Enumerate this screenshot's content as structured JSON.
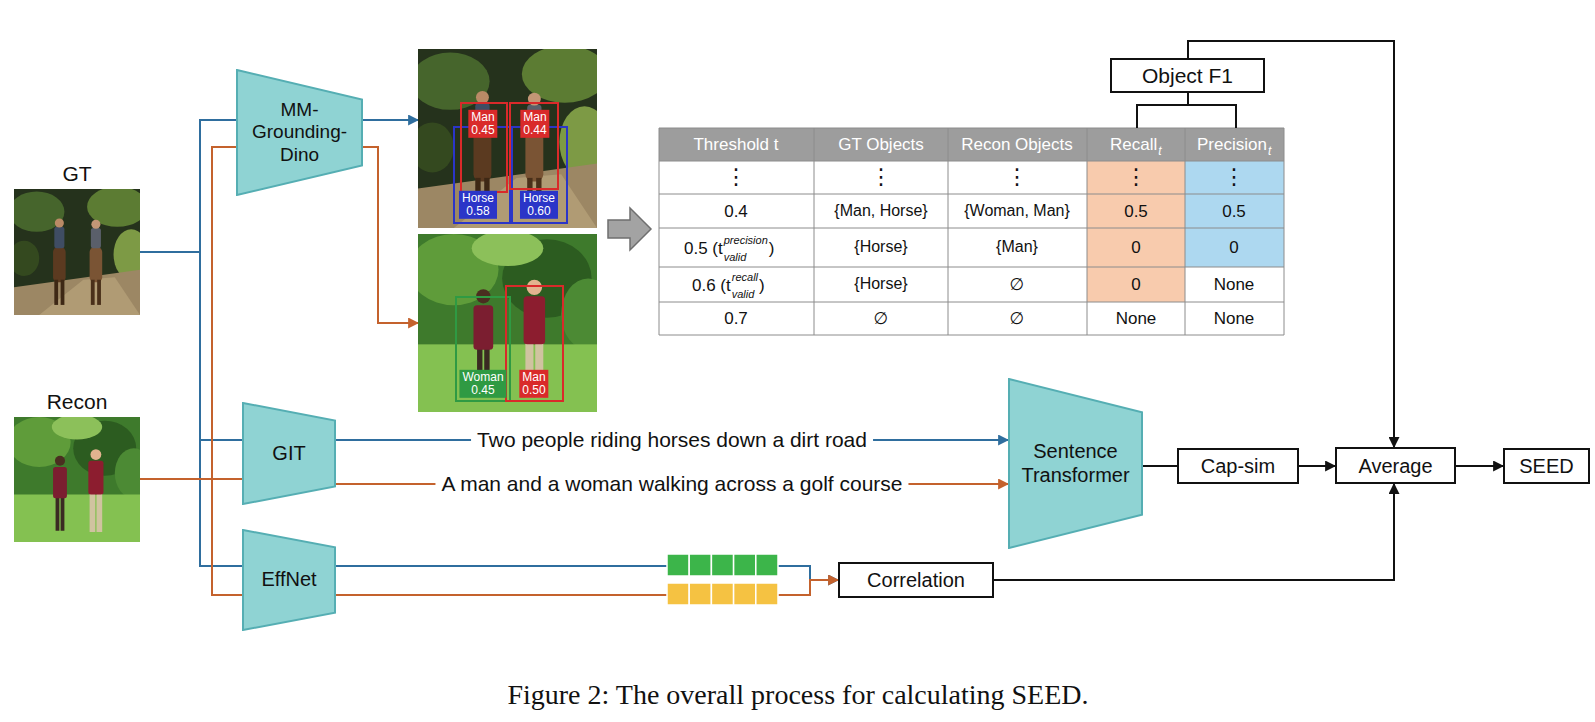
{
  "diagram": {
    "caption": "Figure 2: The overall process for calculating SEED.",
    "nodes": [
      {
        "text": [
          "GT"
        ]
      },
      {
        "text": [
          "MM- Grounding- Dino"
        ]
      },
      {
        "text": [
          "Man 0.45",
          "Man 0.44",
          "Horse 0.58",
          "Horse 0.60"
        ]
      },
      {
        "text": [
          "Woman 0.45",
          "Man 0.50"
        ]
      },
      {
        "text": [
          "Object F1"
        ]
      },
      {
        "text": [
          "Recon"
        ]
      },
      {
        "text": [
          "GIT"
        ]
      },
      {
        "text": [
          "Sentence Transformer"
        ]
      },
      {
        "text": [
          "Cap-sim"
        ]
      },
      {
        "text": [
          "Average"
        ]
      },
      {
        "text": [
          "SEED"
        ]
      },
      {
        "text": [
          "EffNet"
        ]
      },
      {
        "text": [
          "Correlation"
        ]
      }
    ],
    "edges": [
      {
        "from": 0,
        "to": 1,
        "arrow": "none"
      },
      {
        "from": 0,
        "to": 6,
        "arrow": "none"
      },
      {
        "from": 0,
        "to": 11,
        "arrow": "none"
      },
      {
        "from": 5,
        "to": 1,
        "arrow": "none"
      },
      {
        "from": 5,
        "to": 6,
        "arrow": "none"
      },
      {
        "from": 5,
        "to": 11,
        "arrow": "none"
      },
      {
        "from": 1,
        "to": 2,
        "arrow": "to"
      },
      {
        "from": 1,
        "to": 3,
        "arrow": "to"
      },
      {
        "from": 6,
        "to": 7,
        "label": "Two people riding horses down a dirt road",
        "arrow": "to"
      },
      {
        "from": 6,
        "to": 7,
        "label": "A man and a woman walking across a golf course",
        "arrow": "to"
      },
      {
        "from": 11,
        "to": 12,
        "arrow": "to"
      },
      {
        "from": 11,
        "to": 12,
        "arrow": "to"
      },
      {
        "from": 7,
        "to": 8,
        "arrow": "none"
      },
      {
        "from": 8,
        "to": 9,
        "arrow": "to"
      },
      {
        "from": 4,
        "to": 9,
        "arrow": "to"
      },
      {
        "from": 12,
        "to": 9,
        "arrow": "to"
      },
      {
        "from": 9,
        "to": 10,
        "arrow": "to"
      }
    ],
    "labels": [
      "Threshold t",
      "GT Objects",
      "Recon Objects",
      "Recall",
      "t",
      "Precision",
      "t",
      "⋮",
      "⋮",
      "⋮",
      "⋮",
      "⋮",
      "0.4",
      "{Man, Horse}",
      "{Woman, Man}",
      "0.5",
      "0.5",
      "0.5 (t",
      "precision",
      "valid",
      ")",
      "{Horse}",
      "{Man}",
      "0",
      "0",
      "0.6 (t",
      "recall",
      "valid",
      ")",
      "{Horse}",
      "∅",
      "0",
      "None",
      "0.7",
      "∅",
      "∅",
      "None",
      "None"
    ]
  }
}
